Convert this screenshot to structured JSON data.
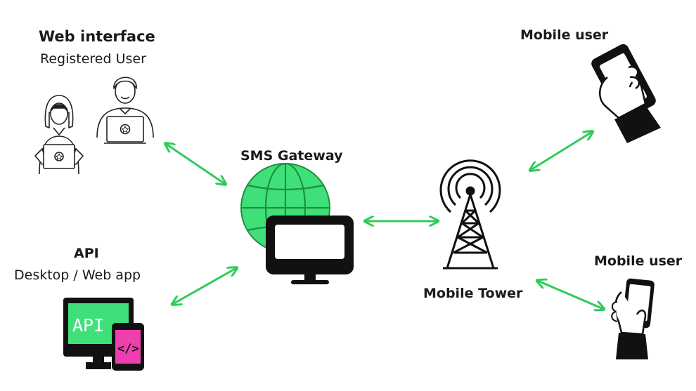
{
  "colors": {
    "accent_green": "#2ecc5a",
    "globe_fill": "#3fe07a",
    "dark": "#111111",
    "pink": "#ef3fae"
  },
  "labels": {
    "web_title": "Web interface",
    "web_subtitle": "Registered User",
    "gateway": "SMS Gateway",
    "api_title": "API",
    "api_subtitle": "Desktop / Web app",
    "mobile_user_top": "Mobile user",
    "mobile_user_bottom": "Mobile user",
    "tower": "Mobile Tower"
  },
  "icons": {
    "api_screen_text": "API",
    "code_glyph": "</>"
  }
}
